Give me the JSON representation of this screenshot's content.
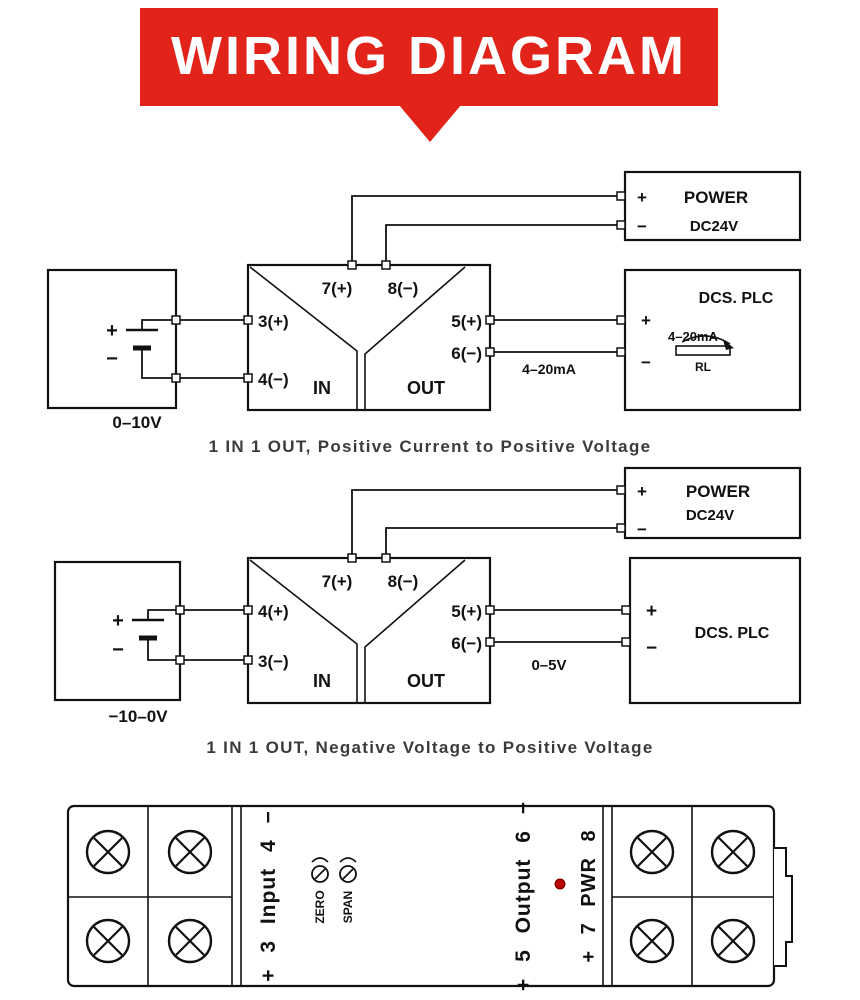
{
  "banner": {
    "title": "WIRING DIAGRAM"
  },
  "colors": {
    "banner_red": "#e2231a",
    "led": "#bb0000"
  },
  "d1": {
    "caption": "1 IN 1 OUT, Positive Current to Positive Voltage",
    "power": {
      "plus": "+",
      "minus": "−",
      "title": "POWER",
      "voltage": "DC24V"
    },
    "module": {
      "t7": "7(+)",
      "t8": "8(−)",
      "left_top": "3(+)",
      "left_bottom": "4(−)",
      "in_label": "IN",
      "out_label": "OUT",
      "right_top": "5(+)",
      "right_bottom": "6(−)"
    },
    "source": {
      "plus": "+",
      "minus": "−",
      "range": "0–10V"
    },
    "dcs": {
      "title": "DCS. PLC",
      "plus": "+",
      "minus": "−",
      "load_range": "4–20mA",
      "load_name": "RL"
    },
    "wire_label": "4–20mA"
  },
  "d2": {
    "caption": "1 IN 1 OUT, Negative Voltage to Positive Voltage",
    "power": {
      "plus": "+",
      "minus": "−",
      "title": "POWER",
      "voltage": "DC24V"
    },
    "module": {
      "t7": "7(+)",
      "t8": "8(−)",
      "left_top": "4(+)",
      "left_bottom": "3(−)",
      "in_label": "IN",
      "out_label": "OUT",
      "right_top": "5(+)",
      "right_bottom": "6(−)"
    },
    "source": {
      "plus": "+",
      "minus": "−",
      "range": "−10–0V"
    },
    "dcs": {
      "title": "DCS. PLC",
      "plus": "+",
      "minus": "−"
    },
    "wire_label": "0–5V"
  },
  "panel": {
    "input_col": "+ 3 Input 4 −",
    "zero": "ZERO",
    "span": "SPAN",
    "output_col": "+ 5 Output 6 −",
    "pwr_col": "+ 7 PWR 8"
  }
}
